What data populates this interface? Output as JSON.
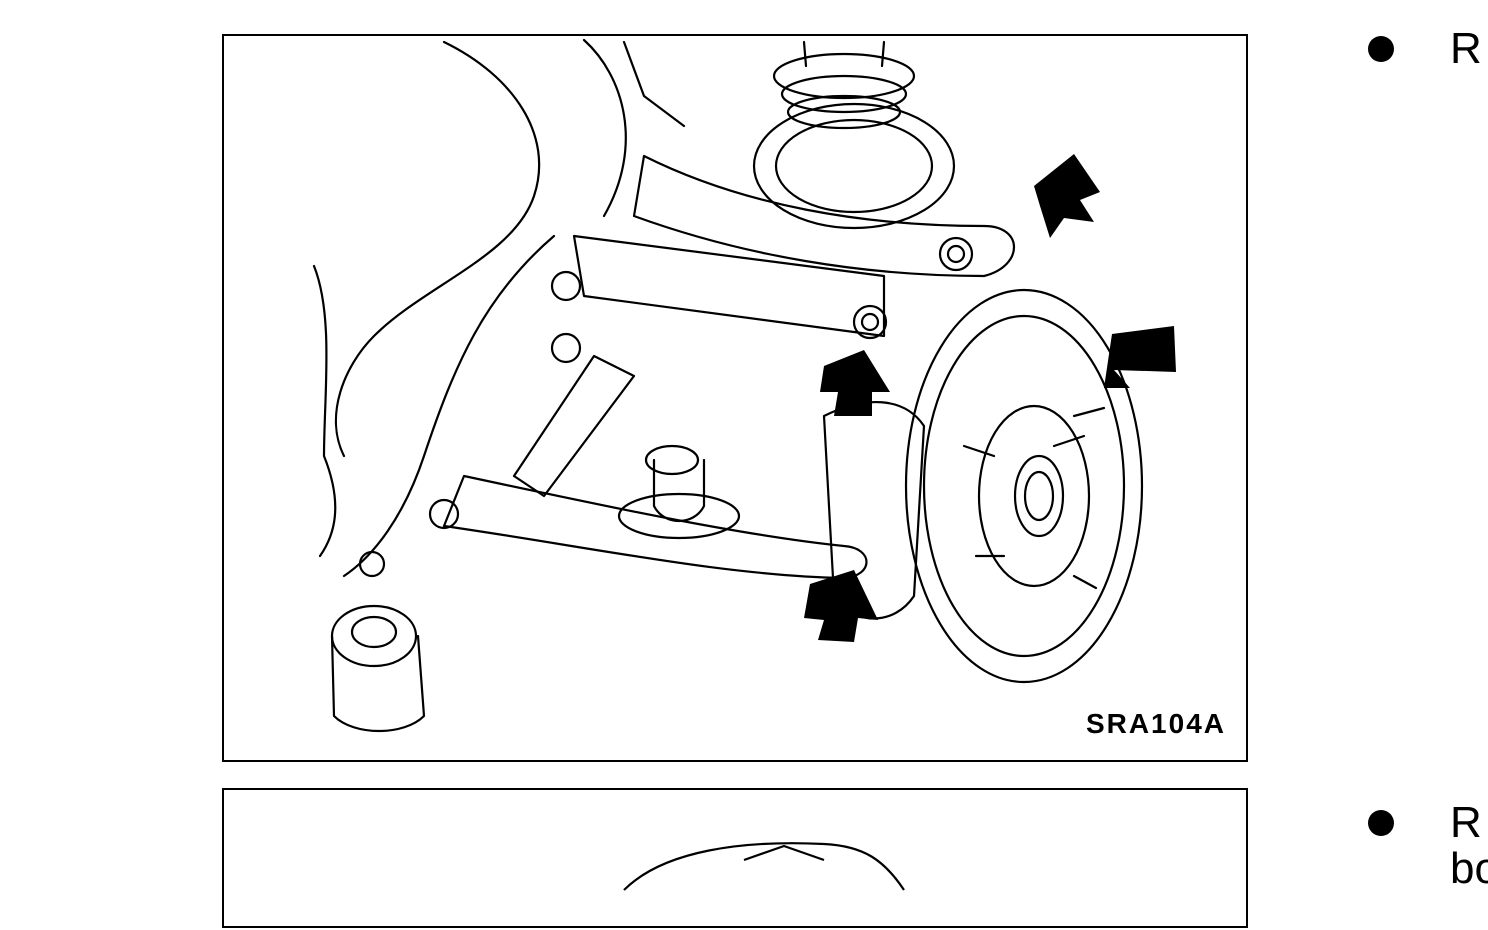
{
  "figures": [
    {
      "code": "SRA104A"
    },
    {
      "code": ""
    }
  ],
  "bullets": [
    {
      "text": "R"
    },
    {
      "text": "R\nbo"
    }
  ]
}
